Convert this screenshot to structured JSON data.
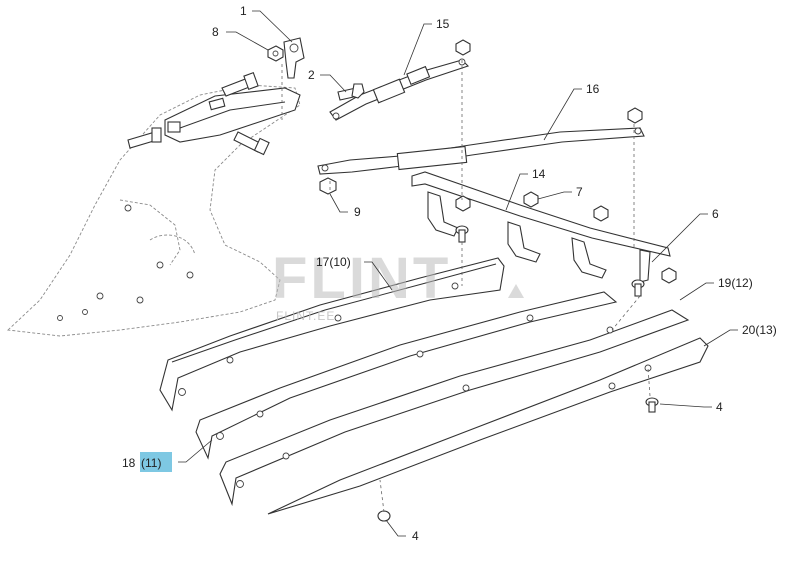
{
  "watermark": {
    "brand": "FLINT",
    "site": "FLINT.EE"
  },
  "callouts": {
    "c1": "1",
    "c2": "2",
    "c4a": "4",
    "c4b": "4",
    "c6": "6",
    "c7": "7",
    "c8": "8",
    "c9": "9",
    "c14": "14",
    "c15": "15",
    "c16": "16",
    "c17": "17(10)",
    "c18_num": "18",
    "c18_alt": "(11)",
    "c19": "19(12)",
    "c20": "20(13)"
  },
  "colors": {
    "highlight": "#7ec8e3"
  }
}
